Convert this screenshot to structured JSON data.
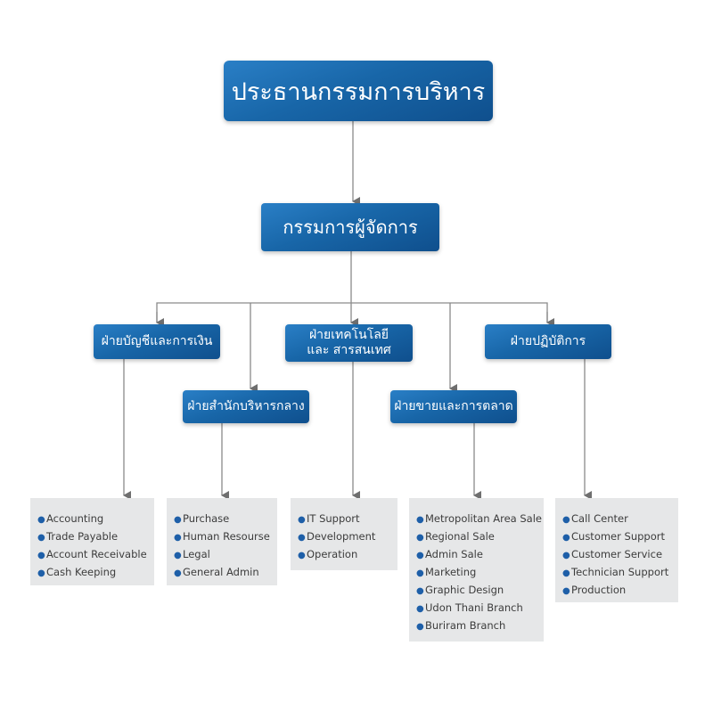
{
  "chairman": "ประธานกรรมการบริหาร",
  "managing_director": "กรรมการผู้จัดการ",
  "departments": [
    {
      "title": "ฝ่ายบัญชีและการเงิน",
      "items": [
        "Accounting",
        "Trade Payable",
        "Account Receivable",
        "Cash Keeping"
      ]
    },
    {
      "title": "ฝ่ายสำนักบริหารกลาง",
      "items": [
        "Purchase",
        "Human Resourse",
        "Legal",
        "General Admin"
      ]
    },
    {
      "title": "ฝ่ายเทคโนโลยีและ สารสนเทศ",
      "items": [
        "IT Support",
        "Development",
        "Operation"
      ]
    },
    {
      "title": "ฝ่ายขายและการตลาด",
      "items": [
        "Metropolitan Area Sale",
        "Regional Sale",
        "Admin Sale",
        "Marketing",
        "Graphic Design",
        "Udon Thani Branch",
        "Buriram Branch"
      ]
    },
    {
      "title": "ฝ่ายปฏิบัติการ",
      "items": [
        "Call Center",
        "Customer Support",
        "Customer Service",
        "Technician Support",
        "Production"
      ]
    }
  ],
  "colors": {
    "node": "#1866a8",
    "connector": "#8a8a8a",
    "box": "#e6e7e8",
    "bullet": "#1e5fa8"
  }
}
